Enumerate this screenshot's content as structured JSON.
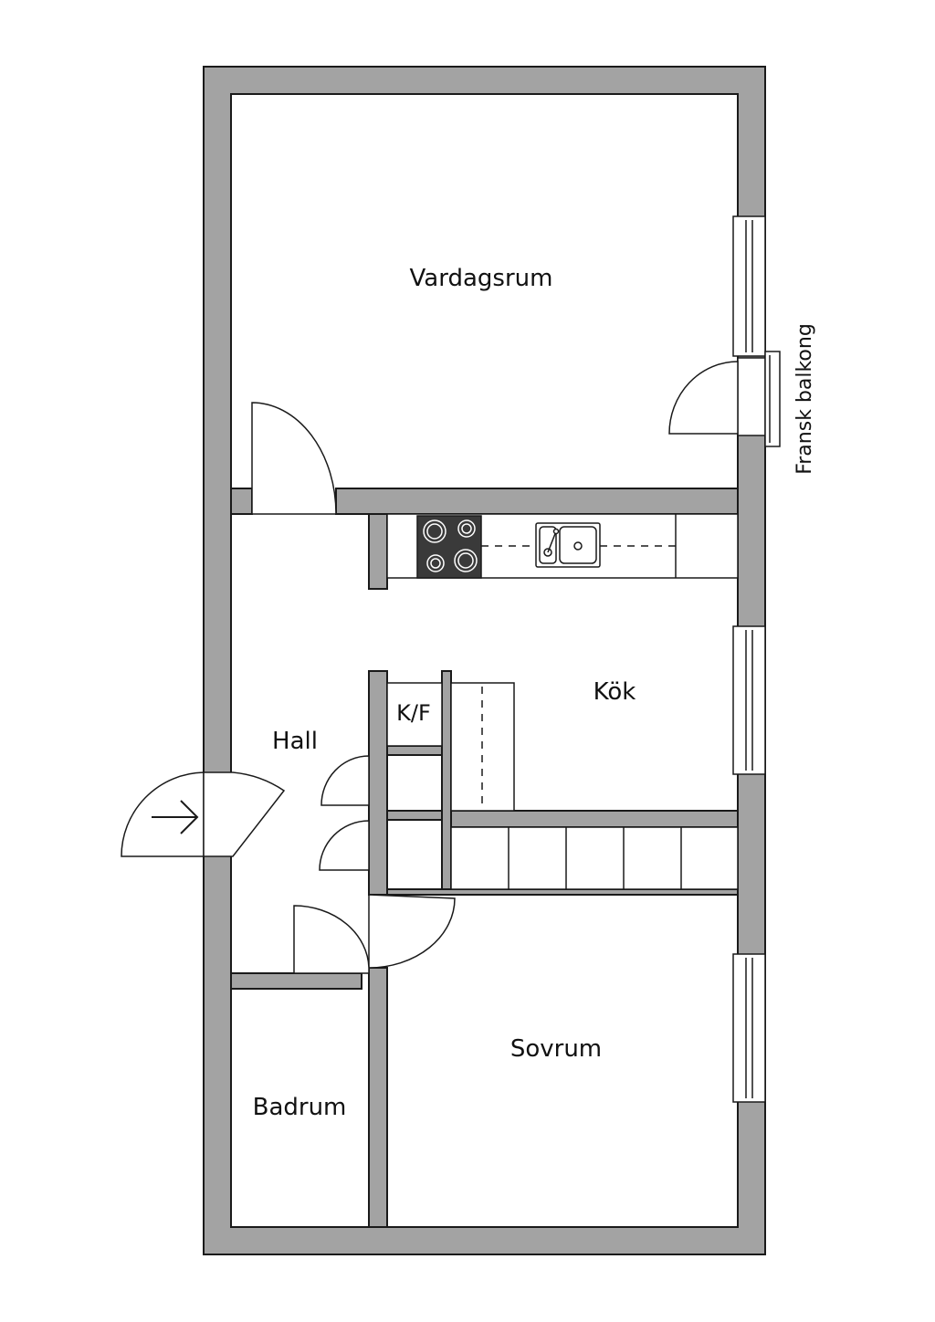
{
  "colors": {
    "wall": "#a3a3a3",
    "stroke": "#1a1a1a",
    "stove": "#3a3a3a",
    "background": "#ffffff"
  },
  "rooms": {
    "living": "Vardagsrum",
    "kitchen": "Kök",
    "hall": "Hall",
    "bedroom": "Sovrum",
    "bathroom": "Badrum",
    "fridge_freezer": "K/F"
  },
  "annotations": {
    "french_balcony": "Fransk balkong"
  },
  "icons": [
    "entrance-arrow-icon",
    "stove-icon",
    "sink-icon"
  ]
}
